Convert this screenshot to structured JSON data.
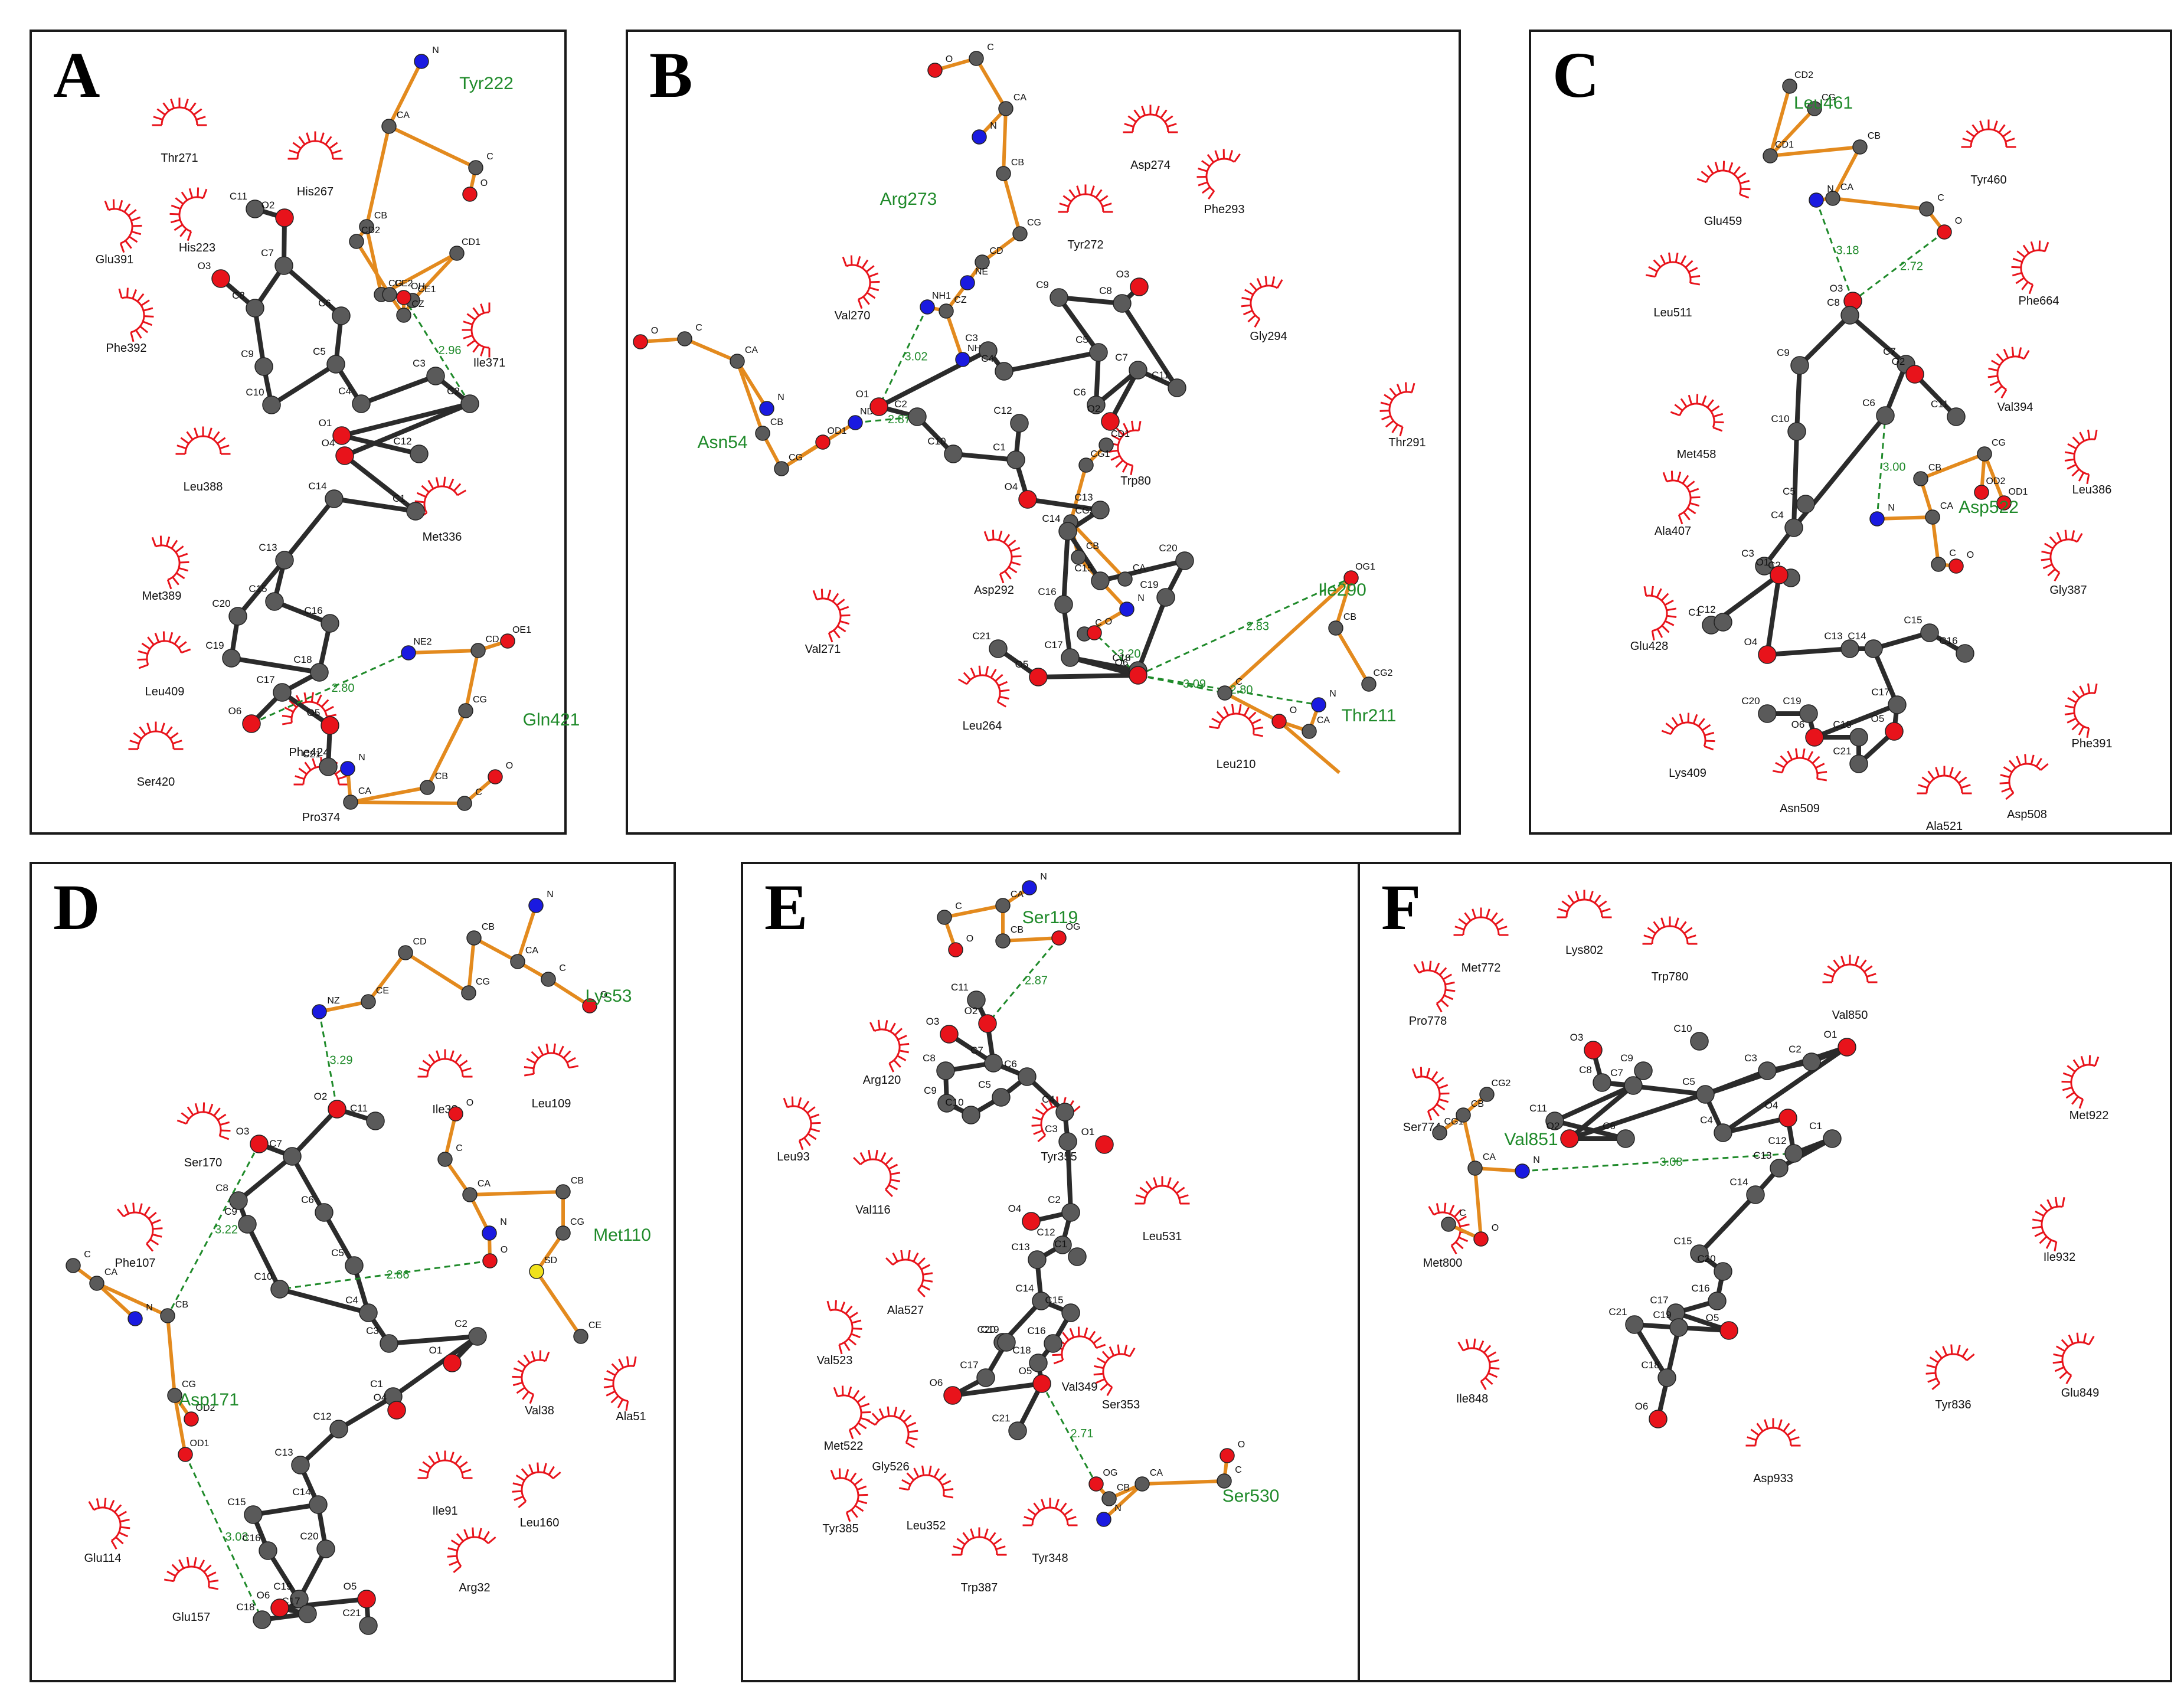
{
  "figure": {
    "colors": {
      "carbon": "#5a5a5a",
      "oxygen": "#e8131b",
      "nitrogen": "#1a1ae0",
      "sulfur": "#f0e21c",
      "ligand_bond": "#2b2b2b",
      "residue_bond": "#e38a1e",
      "hbond": "#1f8a2a",
      "hydrophobic": "#e8131b",
      "residue_label": "#1f8a2a",
      "text": "#111111"
    },
    "panels": [
      {
        "letter": "A",
        "hbond_residues": [
          "Tyr222",
          "Gln421"
        ],
        "hydrophobic": [
          "Thr271",
          "His267",
          "His223",
          "Glu391",
          "Phe392",
          "Ile371",
          "Leu388",
          "Met336",
          "Met389",
          "Leu409",
          "Ser420",
          "Phe424",
          "Pro374"
        ],
        "ligand_atoms": [
          "C11",
          "O2",
          "O3",
          "C7",
          "C8",
          "C6",
          "C9",
          "C5",
          "C10",
          "C4",
          "C3",
          "C2",
          "O1",
          "O4",
          "C12",
          "C1",
          "C14",
          "C13",
          "C15",
          "C20",
          "C16",
          "C19",
          "C18",
          "C17",
          "O6",
          "O5",
          "C21"
        ],
        "residue_atoms": [
          "N",
          "CA",
          "C",
          "O",
          "CB",
          "CG",
          "CD2",
          "CD1",
          "CE2",
          "CE1",
          "CZ",
          "OH",
          "NE2",
          "OE1",
          "CD",
          "CG",
          "CB",
          "CA",
          "N",
          "C",
          "O"
        ],
        "distances": [
          "2.96",
          "2.80"
        ]
      },
      {
        "letter": "B",
        "hbond_residues": [
          "Arg273",
          "Asn54",
          "Ile290",
          "Thr211"
        ],
        "hydrophobic": [
          "Asp274",
          "Tyr272",
          "Phe293",
          "Val270",
          "Gly294",
          "Trp80",
          "Thr291",
          "Asp292",
          "Val271",
          "Leu264",
          "Leu210"
        ],
        "ligand_atoms": [
          "O1",
          "C2",
          "C3",
          "C4",
          "C5",
          "C6",
          "C7",
          "O2",
          "C11",
          "C8",
          "O3",
          "C9",
          "C10",
          "C1",
          "C12",
          "O4",
          "C13",
          "C14",
          "C15",
          "C20",
          "C19",
          "C18",
          "C17",
          "C16",
          "O6",
          "O5",
          "C21"
        ],
        "residue_atoms": [
          "O",
          "C",
          "CA",
          "N",
          "CB",
          "CG",
          "CD",
          "NE",
          "CZ",
          "NH1",
          "NH2",
          "O",
          "C",
          "CA",
          "N",
          "CB",
          "CG",
          "OD1",
          "ND2",
          "CD1",
          "CG1",
          "CG2",
          "CB",
          "CA",
          "N",
          "C",
          "O",
          "OG1",
          "CB",
          "CG2",
          "C",
          "O",
          "CA",
          "N"
        ],
        "distances": [
          "3.02",
          "2.87",
          "3.20",
          "2.83",
          "3.09",
          "2.80"
        ]
      },
      {
        "letter": "C",
        "hbond_residues": [
          "Leu461",
          "Asp522"
        ],
        "hydrophobic": [
          "Tyr460",
          "Glu459",
          "Phe664",
          "Leu511",
          "Val394",
          "Met458",
          "Leu386",
          "Ala407",
          "Gly387",
          "Glu428",
          "Phe391",
          "Lys409",
          "Asn509",
          "Ala521",
          "Asp508"
        ],
        "ligand_atoms": [
          "O3",
          "C8",
          "C9",
          "C7",
          "O2",
          "C11",
          "C10",
          "C6",
          "C5",
          "C4",
          "C3",
          "C2",
          "O1",
          "C1",
          "C12",
          "O4",
          "C13",
          "C14",
          "C15",
          "C16",
          "C17",
          "O5",
          "C21",
          "C18",
          "O6",
          "C19",
          "C20"
        ],
        "residue_atoms": [
          "CD2",
          "CG",
          "CD1",
          "CB",
          "CA",
          "N",
          "C",
          "O",
          "CB",
          "CG",
          "OD2",
          "OD1",
          "N",
          "CA",
          "C",
          "O"
        ],
        "distances": [
          "3.18",
          "2.72",
          "3.00"
        ]
      },
      {
        "letter": "D",
        "hbond_residues": [
          "Lys53",
          "Met110",
          "Asp171"
        ],
        "hydrophobic": [
          "Ile30",
          "Ser170",
          "Leu109",
          "Phe107",
          "Val38",
          "Ala51",
          "Ile91",
          "Leu160",
          "Glu114",
          "Arg32",
          "Glu157"
        ],
        "ligand_atoms": [
          "O2",
          "C11",
          "O3",
          "C7",
          "C8",
          "C6",
          "C9",
          "C5",
          "C10",
          "C4",
          "C3",
          "C2",
          "O1",
          "C1",
          "O4",
          "C12",
          "C13",
          "C14",
          "C15",
          "C20",
          "C16",
          "C19",
          "C17",
          "C18",
          "O6",
          "O5",
          "C21"
        ],
        "residue_atoms": [
          "N",
          "CA",
          "CB",
          "CG",
          "CD",
          "CE",
          "NZ",
          "C",
          "O",
          "O",
          "C",
          "CA",
          "CB",
          "CG",
          "SD",
          "CE",
          "N",
          "O",
          "C",
          "CA",
          "N",
          "CB",
          "CG",
          "OD2",
          "OD1"
        ],
        "distances": [
          "3.29",
          "2.86",
          "3.22",
          "3.03"
        ]
      },
      {
        "letter": "E",
        "hbond_residues": [
          "Ser119",
          "Ser530"
        ],
        "hydrophobic": [
          "Arg120",
          "Tyr355",
          "Leu93",
          "Val116",
          "Leu531",
          "Ala527",
          "Val523",
          "Ser353",
          "Val349",
          "Met522",
          "Gly526",
          "Tyr385",
          "Leu352",
          "Tyr348",
          "Trp387"
        ],
        "ligand_atoms": [
          "C11",
          "O2",
          "O3",
          "C7",
          "C8",
          "C6",
          "C9",
          "C5",
          "C10",
          "C4",
          "C3",
          "O1",
          "C2",
          "O4",
          "C12",
          "C1",
          "C13",
          "C14",
          "C15",
          "C20",
          "C16",
          "C19",
          "C17",
          "C18",
          "O6",
          "O5",
          "C21"
        ],
        "residue_atoms": [
          "N",
          "CA",
          "C",
          "O",
          "CB",
          "OG",
          "OG",
          "CB",
          "CA",
          "N",
          "C",
          "O"
        ],
        "distances": [
          "2.87",
          "2.71"
        ]
      },
      {
        "letter": "F",
        "hbond_residues": [
          "Val851"
        ],
        "hydrophobic": [
          "Met772",
          "Lys802",
          "Trp780",
          "Pro778",
          "Val850",
          "Ser774",
          "Met922",
          "Met800",
          "Ile932",
          "Glu849",
          "Ile848",
          "Tyr836",
          "Asp933"
        ],
        "ligand_atoms": [
          "O3",
          "C9",
          "C8",
          "C10",
          "C7",
          "C11",
          "C5",
          "C3",
          "O1",
          "O2",
          "C6",
          "C4",
          "C2",
          "O4",
          "C1",
          "C12",
          "C13",
          "C14",
          "C15",
          "C16",
          "C20",
          "C17",
          "C19",
          "O5",
          "C21",
          "C18",
          "O6"
        ],
        "residue_atoms": [
          "CG1",
          "CG2",
          "CB",
          "CA",
          "N",
          "C",
          "O"
        ],
        "distances": [
          "3.08"
        ]
      }
    ]
  }
}
